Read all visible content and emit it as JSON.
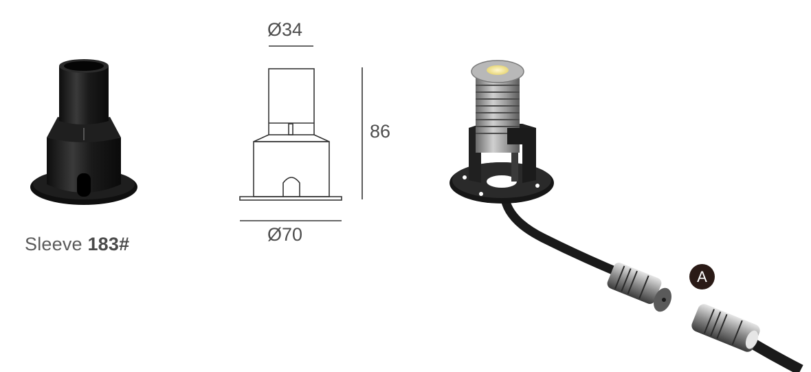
{
  "product": {
    "caption_prefix": "Sleeve",
    "caption_code": "183#"
  },
  "dimensions": {
    "top_diameter": "Ø34",
    "bottom_diameter": "Ø70",
    "height": "86"
  },
  "connector": {
    "badge_label": "A"
  },
  "colors": {
    "sleeve_body": "#1c1c1c",
    "line_art": "#333333",
    "cable": "#1a1a1a",
    "metal": "#9a9a9a",
    "led": "#f3e7a6",
    "badge": "#2a1a16"
  }
}
